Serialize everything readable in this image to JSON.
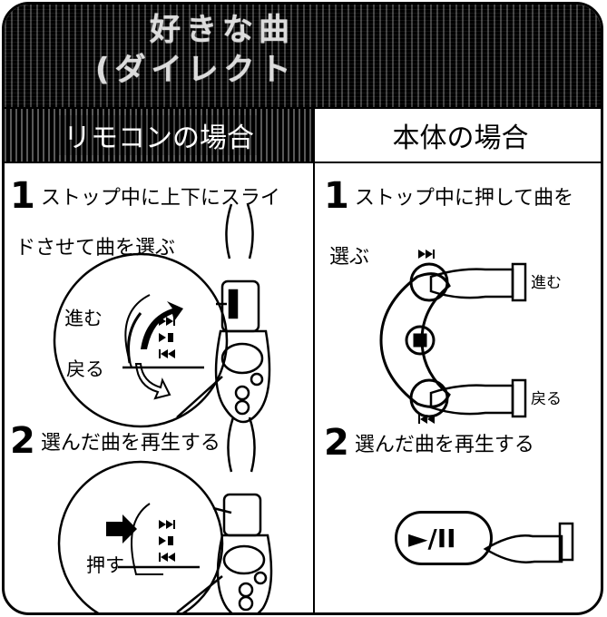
{
  "banner": {
    "line1": "好きな曲",
    "line2": "(ダイレクト"
  },
  "sections": {
    "left": {
      "header": "リモコンの場合"
    },
    "right": {
      "header": "本体の場合"
    }
  },
  "remote": {
    "step1": {
      "number": "1",
      "text_line1": "ストップ中に上下にスライ",
      "text_line2": "ドさせて曲を選ぶ"
    },
    "forward_label": "進む",
    "back_label": "戻る",
    "step2": {
      "number": "2",
      "text": "選んだ曲を再生する"
    },
    "push_label": "押す"
  },
  "body": {
    "step1": {
      "number": "1",
      "text_line1": "ストップ中に押して曲を",
      "text_line2": "選ぶ"
    },
    "forward_label": "進む",
    "back_label": "戻る",
    "step2": {
      "number": "2",
      "text": "選んだ曲を再生する"
    },
    "play_pause_label": "►/II"
  }
}
